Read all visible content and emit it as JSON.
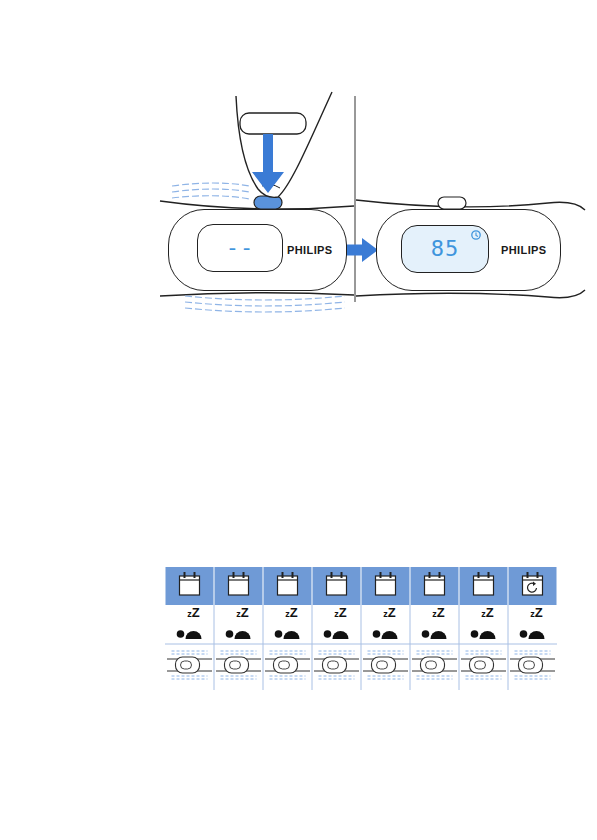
{
  "diagram": {
    "nodes": [
      {
        "text": [
          "PHILIPS"
        ]
      },
      {
        "text": [
          "--"
        ],
        "in": 0
      },
      {
        "text": [
          "PHILIPS"
        ]
      },
      {
        "text": [
          "85"
        ],
        "in": 2
      }
    ],
    "edges": [
      {
        "from": 0,
        "to": 2,
        "arrow": "to"
      }
    ],
    "labels": [
      "zZ",
      "zZ",
      "zZ",
      "zZ",
      "zZ",
      "zZ",
      "zZ",
      "zZ"
    ]
  }
}
